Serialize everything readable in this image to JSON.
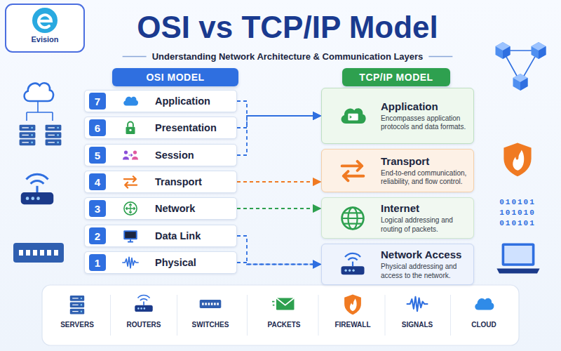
{
  "diagram": {
    "title": "OSI vs TCP/IP Model",
    "nodes": [
      {
        "text": [
          "OSI MODEL"
        ]
      },
      {
        "text": [
          "7",
          "Application"
        ]
      },
      {
        "text": [
          "6",
          "Presentation"
        ]
      },
      {
        "text": [
          "5",
          "Session"
        ]
      },
      {
        "text": [
          "4",
          "Transport"
        ]
      },
      {
        "text": [
          "3",
          "Network"
        ]
      },
      {
        "text": [
          "2",
          "Data Link"
        ]
      },
      {
        "text": [
          "1",
          "Physical"
        ]
      },
      {
        "text": [
          "TCP/IP MODEL"
        ]
      },
      {
        "text": [
          "Application",
          "Encompasses application protocols and data formats."
        ]
      },
      {
        "text": [
          "Transport",
          "End-to-end communication, reliability, and flow control."
        ]
      },
      {
        "text": [
          "Internet",
          "Logical addressing and routing of packets."
        ]
      },
      {
        "text": [
          "Network Access",
          "Physical addressing and access to the network."
        ]
      }
    ],
    "edges": [
      {
        "from": 1,
        "to": 9,
        "arrow": "to"
      },
      {
        "from": 2,
        "to": 9,
        "arrow": "to"
      },
      {
        "from": 3,
        "to": 9,
        "arrow": "to"
      },
      {
        "from": 4,
        "to": 10,
        "arrow": "to"
      },
      {
        "from": 5,
        "to": 11,
        "arrow": "to"
      },
      {
        "from": 6,
        "to": 12,
        "arrow": "to"
      },
      {
        "from": 7,
        "to": 12,
        "arrow": "to"
      }
    ],
    "labels": [
      "Evision",
      "Understanding Network Architecture & Communication Layers",
      "010101",
      "101010",
      "010101",
      "SERVERS",
      "ROUTERS",
      "SWITCHES",
      "PACKETS",
      "FIREWALL",
      "SIGNALS",
      "CLOUD"
    ]
  }
}
